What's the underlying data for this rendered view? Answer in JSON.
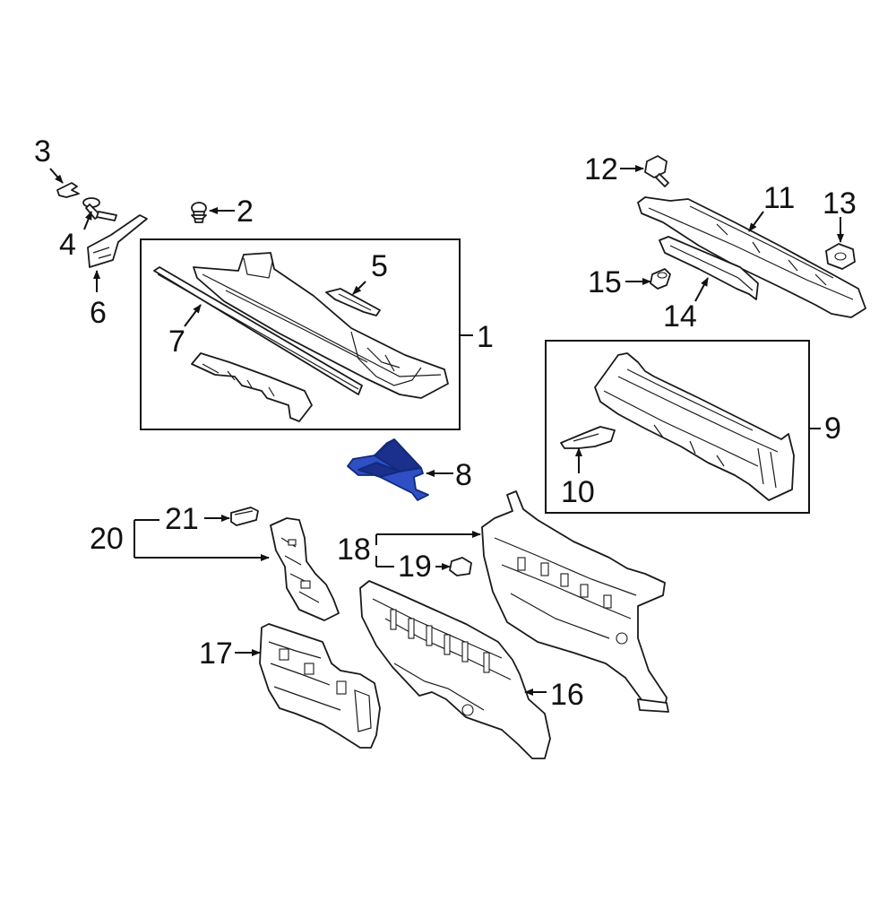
{
  "colors": {
    "background": "#ffffff",
    "line": "#1a1a1a",
    "highlight": "#2f4fc4",
    "highlight_dark": "#1b2f8c"
  },
  "callouts": {
    "c1": "1",
    "c2": "2",
    "c3": "3",
    "c4": "4",
    "c5": "5",
    "c6": "6",
    "c7": "7",
    "c8": "8",
    "c9": "9",
    "c10": "10",
    "c11": "11",
    "c12": "12",
    "c13": "13",
    "c14": "14",
    "c15": "15",
    "c16": "16",
    "c17": "17",
    "c18": "18",
    "c19": "19",
    "c20": "20",
    "c21": "21"
  },
  "highlighted_part": "8"
}
